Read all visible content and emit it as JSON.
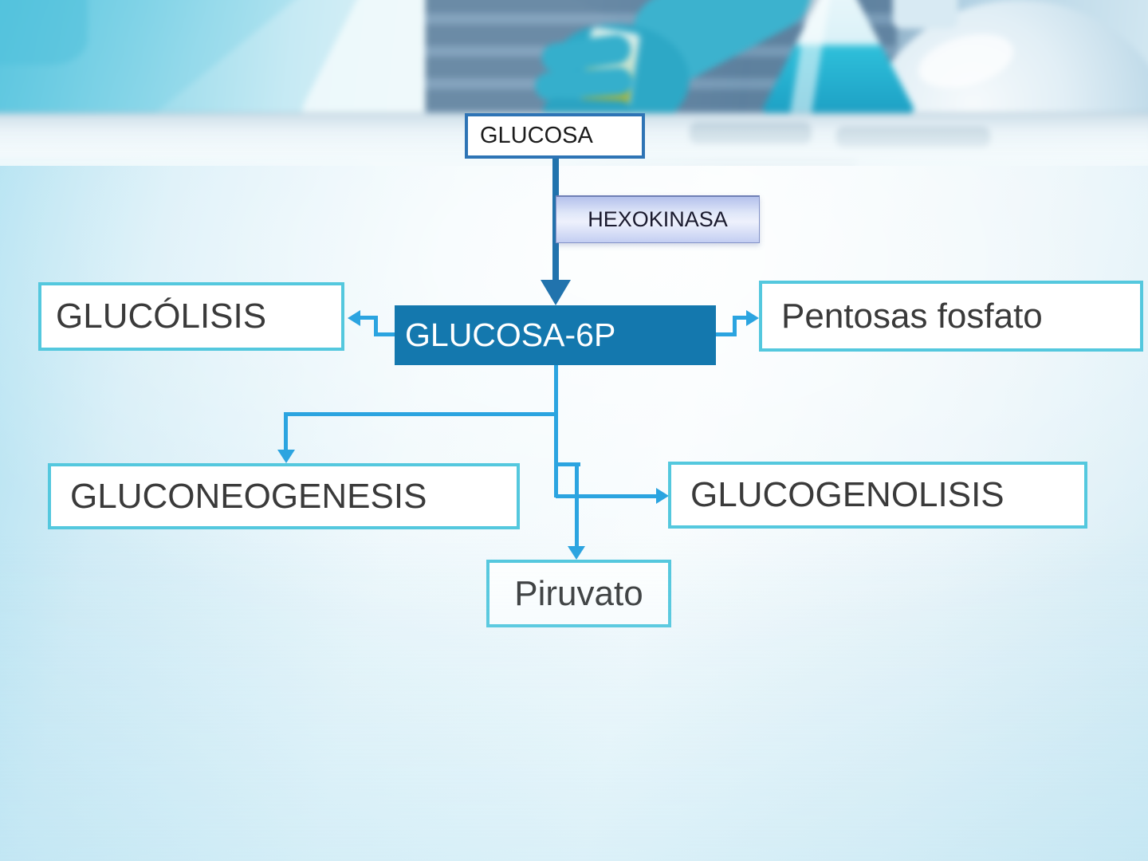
{
  "slide": {
    "type": "metabolic-pathway-flowchart",
    "header": "decorative laboratory photo: gloved hand holding vial, erlenmeyer flask with cyan liquid, round-bottom flask"
  },
  "nodes": {
    "glucosa": {
      "label": "GLUCOSA"
    },
    "hexokinasa": {
      "label": "HEXOKINASA"
    },
    "glucosa6p": {
      "label": "GLUCOSA-6P"
    },
    "glucolisis": {
      "label": "GLUCÓLISIS"
    },
    "pentosas": {
      "label": "Pentosas fosfato"
    },
    "gluconeogenesis": {
      "label": "GLUCONEOGENESIS"
    },
    "glucogenolisis": {
      "label": "GLUCOGENOLISIS"
    },
    "piruvato": {
      "label": "Piruvato"
    }
  },
  "edges": [
    {
      "from": "GLUCOSA",
      "to": "GLUCOSA-6P",
      "enzyme_on_path": "HEXOKINASA",
      "style": "thick-dark-blue-arrow"
    },
    {
      "from": "GLUCOSA-6P",
      "to": "GLUCÓLISIS",
      "style": "elbow-arrow"
    },
    {
      "from": "GLUCOSA-6P",
      "to": "Pentosas fosfato",
      "style": "elbow-arrow"
    },
    {
      "from": "GLUCOSA-6P",
      "to": "GLUCONEOGENESIS",
      "style": "elbow-arrow"
    },
    {
      "from": "GLUCOSA-6P",
      "to": "GLUCOGENOLISIS",
      "style": "elbow-arrow"
    },
    {
      "from": "GLUCOSA-6P",
      "to": "Piruvato",
      "style": "elbow-arrow-with-jog"
    }
  ],
  "colors": {
    "connector_blue": "#2BA4E0",
    "dark_arrow_blue": "#2173AD",
    "glucosa6p_fill": "#1478AE",
    "cyan_box_border": "#54C8DE",
    "glucosa_box_border": "#2E74B5",
    "enzyme_gradient_top": "#B4C1EC",
    "enzyme_gradient_bottom": "#C3CEF2",
    "label_text": "#3A3A3A"
  }
}
